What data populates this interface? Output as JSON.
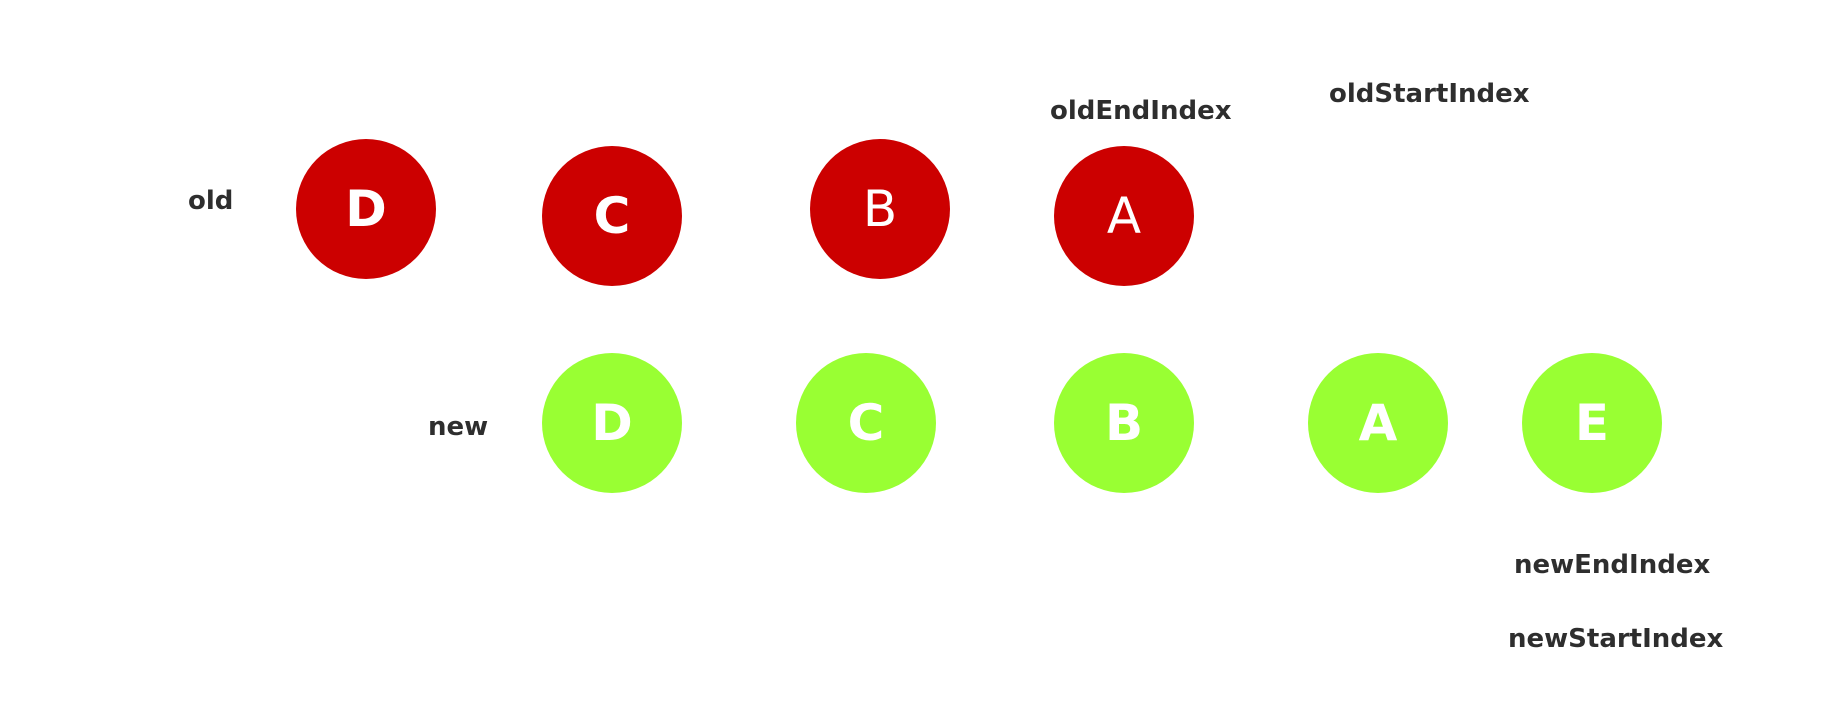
{
  "labels": {
    "old": "old",
    "new": "new",
    "old_end_index": "oldEndIndex",
    "old_start_index": "oldStartIndex",
    "new_end_index": "newEndIndex",
    "new_start_index": "newStartIndex"
  },
  "old_nodes": [
    "D",
    "C",
    "B",
    "A"
  ],
  "new_nodes": [
    "D",
    "C",
    "B",
    "A",
    "E"
  ],
  "colors": {
    "old_node": "#cc0000",
    "new_node": "#99ff33",
    "node_text": "#ffffff",
    "label_text": "#2e2e2e"
  }
}
